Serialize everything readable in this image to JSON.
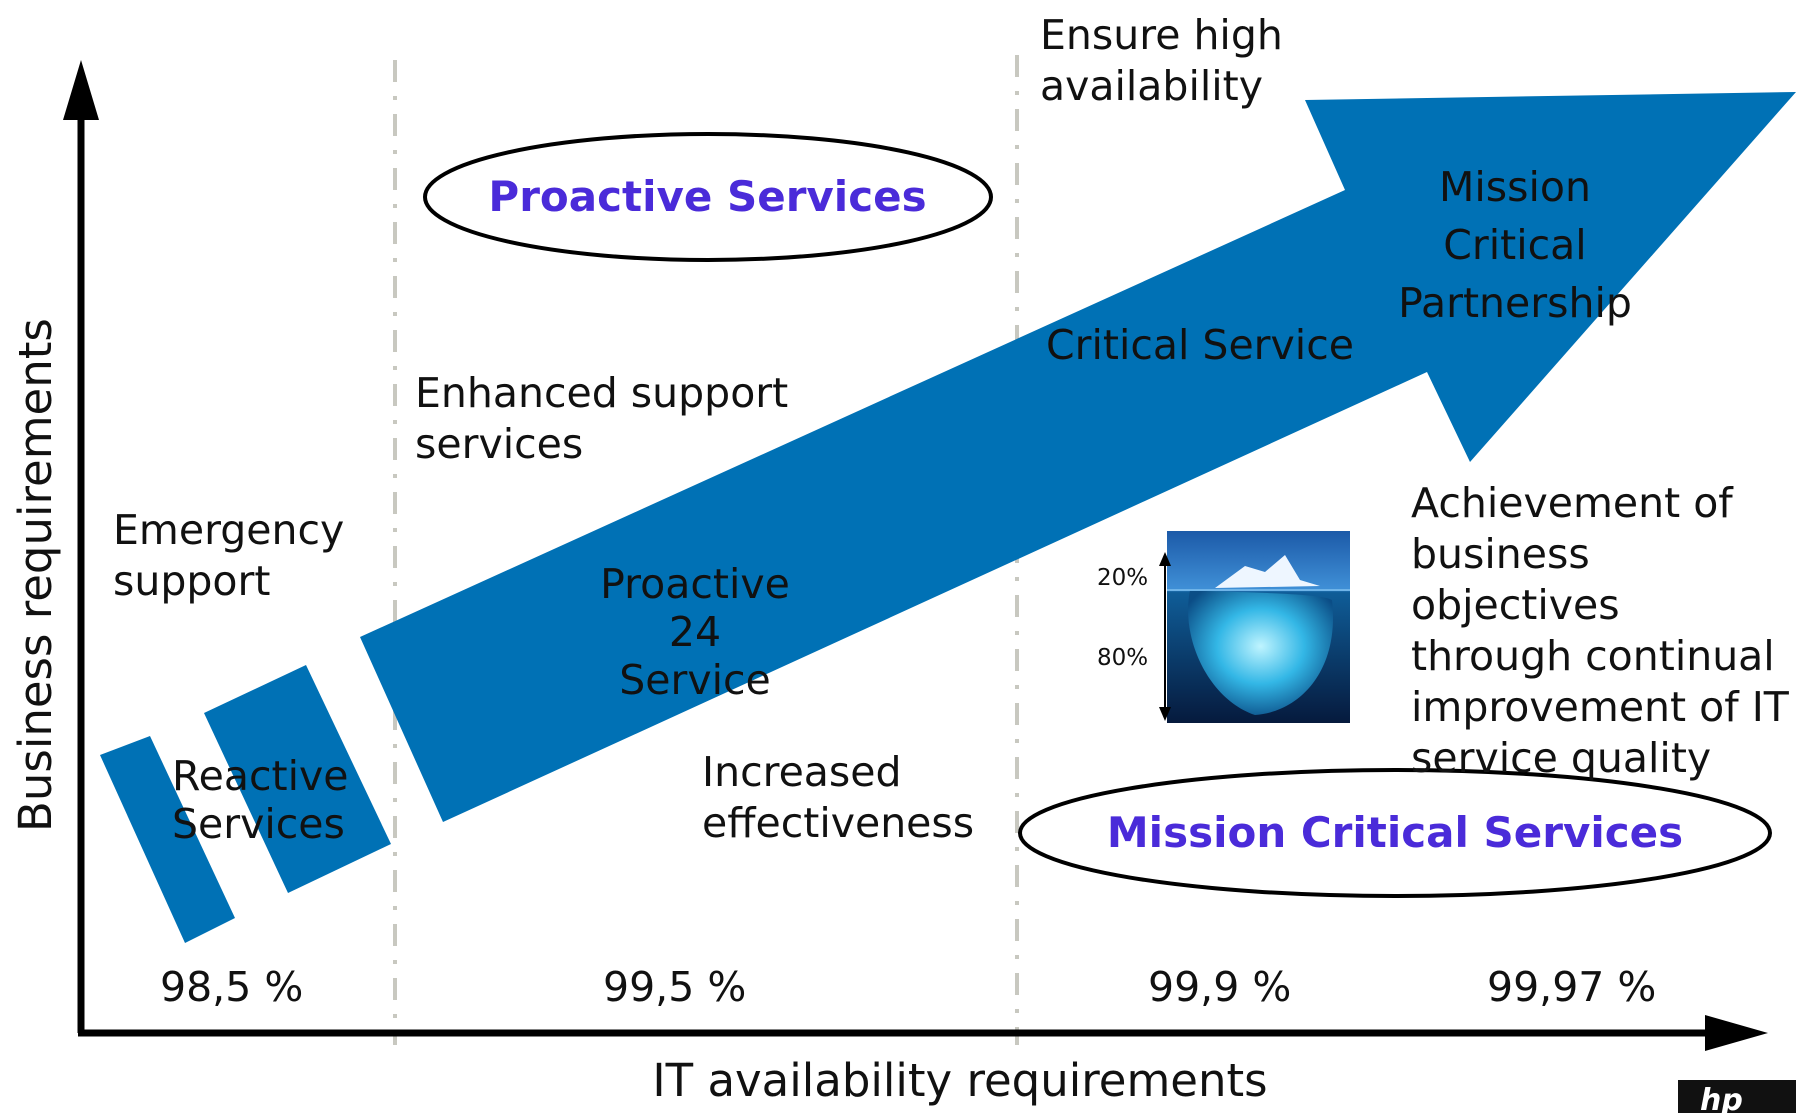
{
  "axes": {
    "x_label": "IT availability requirements",
    "y_label": "Business requirements"
  },
  "availability_levels": [
    "98,5 %",
    "99,5 %",
    "99,9 %",
    "99,97 %"
  ],
  "ovals": {
    "proactive": "Proactive Services",
    "mission_critical": "Mission Critical Services"
  },
  "arrow_labels": {
    "reactive": "Reactive\nServices",
    "proactive24": "Proactive 24\nService",
    "critical": "Critical Service",
    "mission_partnership": "Mission Critical\nPartnership"
  },
  "annotations": {
    "emergency": "Emergency\nsupport",
    "enhanced": "Enhanced support\nservices",
    "ensure": "Ensure high\navailability",
    "increased": "Increased\neffectiveness",
    "achievement": "Achievement of\nbusiness objectives\nthrough continual\nimprovement of IT\nservice quality"
  },
  "iceberg": {
    "top_pct": "20%",
    "bottom_pct": "80%"
  },
  "colors": {
    "arrow": "#0071b5",
    "oval_text": "#4a2bd9",
    "divider": "#c8c8c0"
  }
}
